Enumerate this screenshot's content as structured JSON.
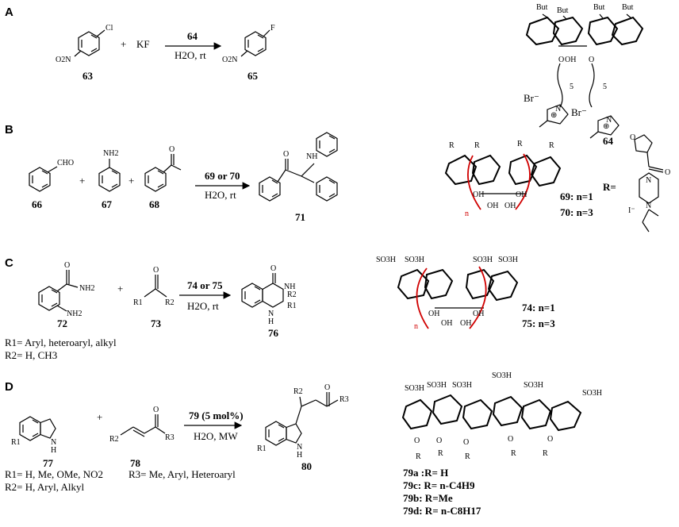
{
  "panels": {
    "a": {
      "letter": "A",
      "c63": "63",
      "plus": "+",
      "reagent": "KF",
      "catalyst": "64",
      "conditions": "H2O, rt",
      "c65": "65",
      "c64": "64",
      "sub_cl": "Cl",
      "sub_f": "F",
      "sub_no2": "O2N",
      "cat_bu": "But",
      "cat_oh": "OH",
      "cat_o": "O",
      "cat_n5": "5",
      "cat_br": "Br⁻",
      "cat_n": "N",
      "cat_plus": "⊕"
    },
    "b": {
      "letter": "B",
      "c66": "66",
      "c67": "67",
      "c68": "68",
      "plus": "+",
      "catalyst": "69 or 70",
      "conditions": "H2O, rt",
      "c71": "71",
      "cho": "CHO",
      "nh2": "NH2",
      "o": "O",
      "nh": "NH",
      "cat_r": "R",
      "cat_n": "n",
      "cat_oh": "OH",
      "r_eq": "R=",
      "r_i": "I⁻",
      "r_n": "N",
      "r_o": "O",
      "c69": "69: n=1",
      "c70": "70: n=3"
    },
    "c": {
      "letter": "C",
      "c72": "72",
      "c73": "73",
      "plus": "+",
      "catalyst": "74 or 75",
      "conditions": "H2O, rt",
      "c76": "76",
      "nh2a": "NH2",
      "nh2b": "NH2",
      "o": "O",
      "r1": "R1",
      "r2": "R2",
      "p_o": "O",
      "p_nh": "NH",
      "p_r1": "R1",
      "p_r2": "R2",
      "p_n": "N",
      "p_h": "H",
      "r1_def": "R1= Aryl, heteroaryl, alkyl",
      "r2_def": "R2= H, CH3",
      "cat_so3h": "SO3H",
      "cat_n": "n",
      "cat_oh": "OH",
      "c74": "74: n=1",
      "c75": "75: n=3"
    },
    "d": {
      "letter": "D",
      "c77": "77",
      "c78": "78",
      "plus": "+",
      "catalyst": "79 (5 mol%)",
      "conditions": "H2O, MW",
      "c80": "80",
      "nh": "N",
      "h": "H",
      "r1": "R1",
      "r2": "R2",
      "r3": "R3",
      "o": "O",
      "r1_def": "R1= H, Me, OMe, NO2",
      "r2_def": "R2= H, Aryl, Alkyl",
      "r3_def": "R3= Me, Aryl, Heteroaryl",
      "so3h": "SO3H",
      "cat_r": "R",
      "cat_o": "O",
      "c79a": "79a :R= H",
      "c79c": "79c: R= n-C4H9",
      "c79b": "79b: R=Me",
      "c79d": "79d: R= n-C8H17"
    }
  }
}
